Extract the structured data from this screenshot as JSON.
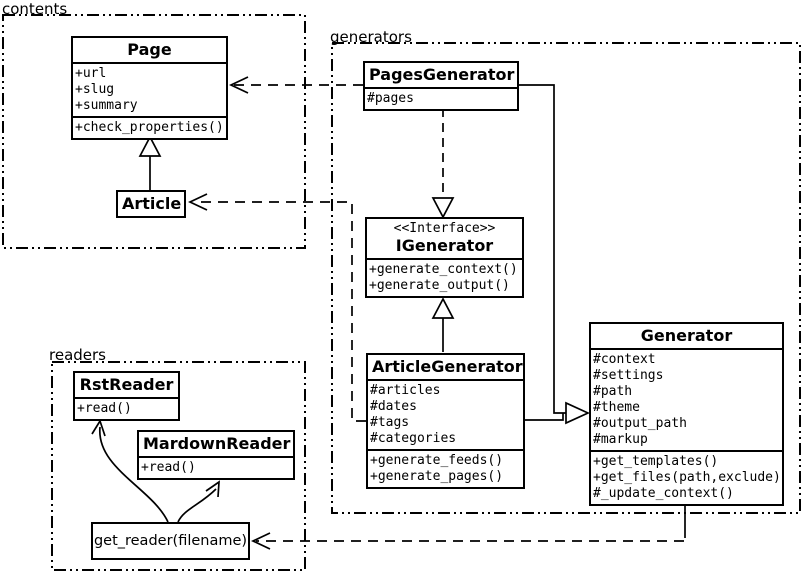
{
  "diagram": {
    "packages": [
      {
        "id": "contents",
        "label": "contents"
      },
      {
        "id": "generators",
        "label": "generators"
      },
      {
        "id": "readers",
        "label": "readers"
      }
    ],
    "classes": {
      "page": {
        "title": "Page",
        "attrs": [
          "+url",
          "+slug",
          "+summary"
        ],
        "methods": [
          "+check_properties()"
        ]
      },
      "article": {
        "title": "Article"
      },
      "pages_generator": {
        "title": "PagesGenerator",
        "attrs": [
          "#pages"
        ]
      },
      "igenerator": {
        "stereotype": "<<Interface>>",
        "title": "IGenerator",
        "methods": [
          "+generate_context()",
          "+generate_output()"
        ]
      },
      "article_generator": {
        "title": "ArticleGenerator",
        "attrs": [
          "#articles",
          "#dates",
          "#tags",
          "#categories"
        ],
        "methods": [
          "+generate_feeds()",
          "+generate_pages()"
        ]
      },
      "generator": {
        "title": "Generator",
        "attrs": [
          "#context",
          "#settings",
          "#path",
          "#theme",
          "#output_path",
          "#markup"
        ],
        "methods": [
          "+get_templates()",
          "+get_files(path,exclude)",
          "#_update_context()"
        ]
      },
      "rst_reader": {
        "title": "RstReader",
        "methods": [
          "+read()"
        ]
      },
      "mardown_reader": {
        "title": "MardownReader",
        "methods": [
          "+read()"
        ]
      },
      "get_reader": {
        "label": "get_reader(filename)"
      }
    },
    "colors": {
      "line": "#000000",
      "background": "#ffffff",
      "box_fill": "#ffffff"
    }
  }
}
